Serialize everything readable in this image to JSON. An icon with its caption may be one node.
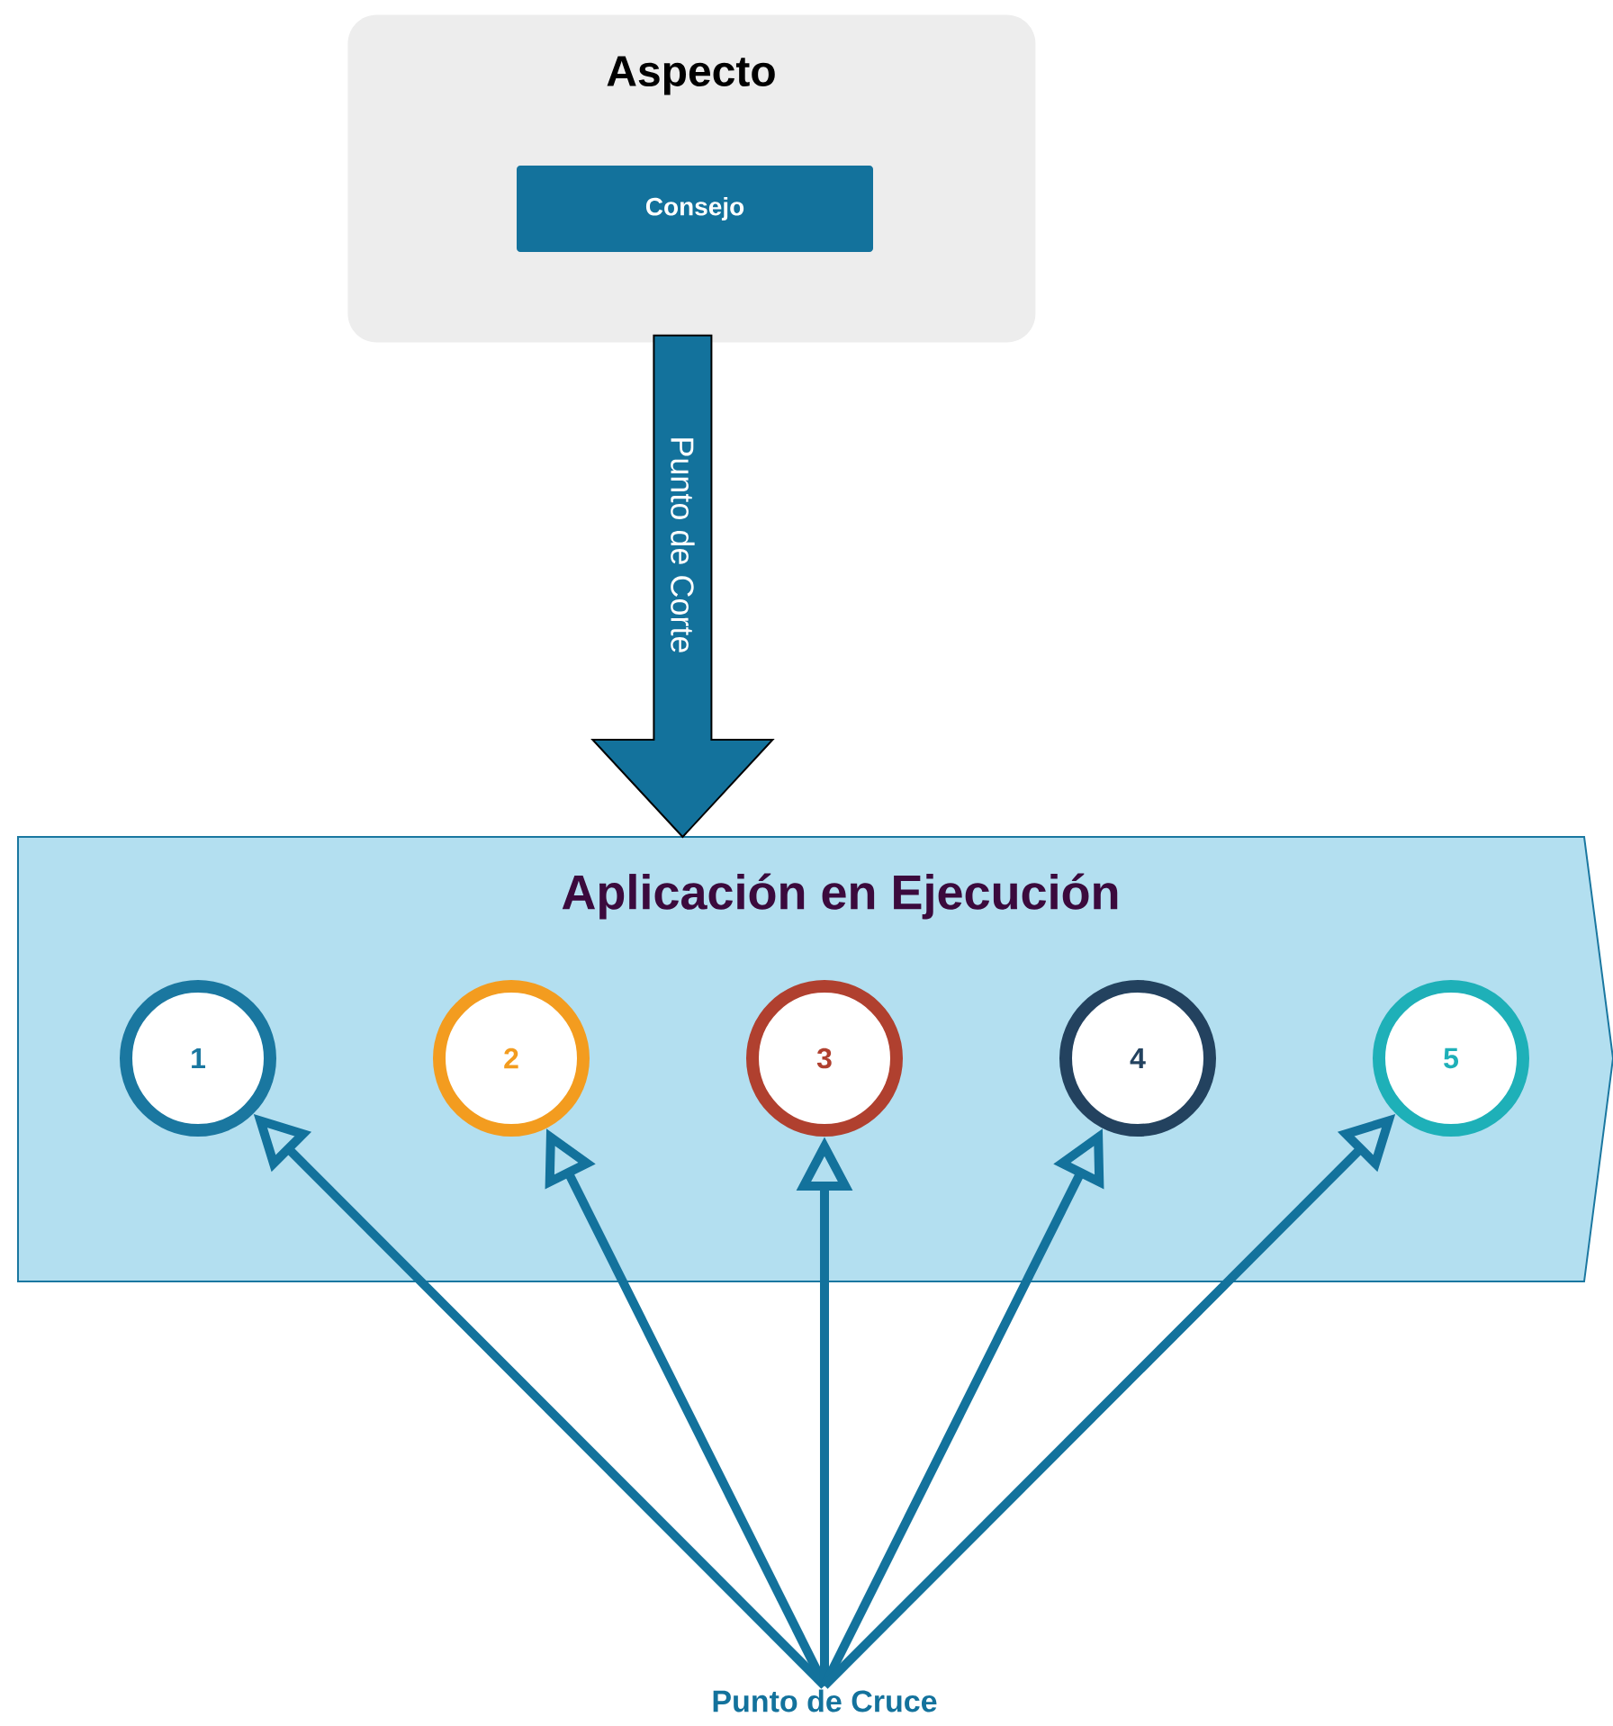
{
  "diagram": {
    "nodes": [
      {
        "text": [
          "Aspecto"
        ]
      },
      {
        "text": [
          "Consejo"
        ],
        "in": 0
      },
      {
        "text": [
          "Aplicación en Ejecución"
        ]
      },
      {
        "text": [
          "1"
        ],
        "in": 2
      },
      {
        "text": [
          "2"
        ],
        "in": 2
      },
      {
        "text": [
          "3"
        ],
        "in": 2
      },
      {
        "text": [
          "4"
        ],
        "in": 2
      },
      {
        "text": [
          "5"
        ],
        "in": 2
      },
      {
        "text": [
          "Punto de Cruce"
        ]
      }
    ],
    "edges": [
      {
        "from": 0,
        "to": 2,
        "arrow": "to",
        "label": "Punto de Corte",
        "style": "thick"
      },
      {
        "from": 8,
        "to": 3,
        "arrow": "to"
      },
      {
        "from": 8,
        "to": 4,
        "arrow": "to"
      },
      {
        "from": 8,
        "to": 5,
        "arrow": "to"
      },
      {
        "from": 8,
        "to": 6,
        "arrow": "to"
      },
      {
        "from": 8,
        "to": 7,
        "arrow": "to"
      }
    ]
  }
}
